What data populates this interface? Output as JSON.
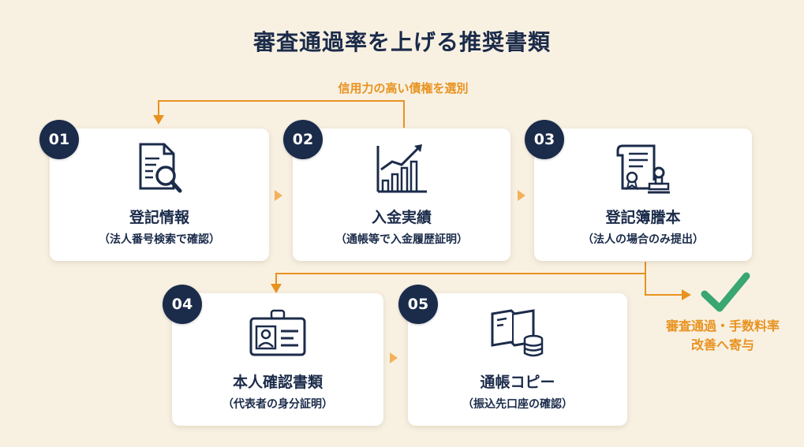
{
  "title": "審査通過率を上げる推奨書類",
  "top_note": "信用力の高い債権を選別",
  "steps": [
    {
      "number": "01",
      "label": "登記情報",
      "sub": "（法人番号検索で確認）",
      "icon": "document-search-icon"
    },
    {
      "number": "02",
      "label": "入金実績",
      "sub": "（通帳等で入金履歴証明）",
      "icon": "bar-chart-growth-icon"
    },
    {
      "number": "03",
      "label": "登記簿謄本",
      "sub": "（法人の場合のみ提出）",
      "icon": "certificate-stamp-icon"
    },
    {
      "number": "04",
      "label": "本人確認書類",
      "sub": "（代表者の身分証明）",
      "icon": "id-card-icon"
    },
    {
      "number": "05",
      "label": "通帳コピー",
      "sub": "（振込先口座の確認）",
      "icon": "passbook-coins-icon"
    }
  ],
  "outcome": {
    "line1": "審査通過・手数料率",
    "line2": "改善へ寄与",
    "icon": "checkmark-icon"
  },
  "colors": {
    "navy": "#1b2b4a",
    "orange": "#e8921f",
    "green": "#3aa672",
    "background": "#f8f1e2"
  }
}
